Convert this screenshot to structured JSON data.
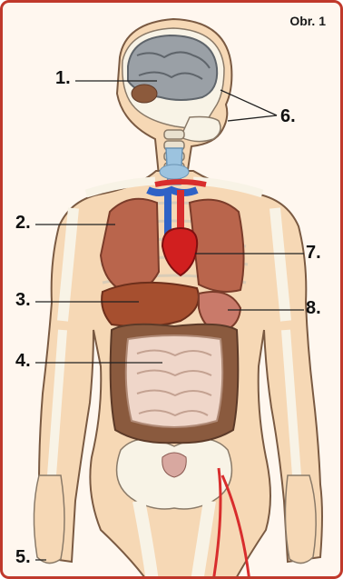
{
  "figure_label": "Obr. 1",
  "labels": [
    "1.",
    "2.",
    "3.",
    "4.",
    "5.",
    "6.",
    "7.",
    "8."
  ],
  "colors": {
    "frame": "#c0392b",
    "skin": "#f6d8b5",
    "outline": "#7a5a42",
    "bone": "#f8f3e6",
    "brain": "#9aa0a6",
    "lungs": "#b9654c",
    "heart": "#d11f1f",
    "liver": "#a64f2f",
    "intestine_small": "#efd6c9",
    "intestine_large": "#8a5a3e",
    "vessels_red": "#d82d2d",
    "vessels_blue": "#2f62c6",
    "thyroid_trachea": "#9cc3df"
  }
}
